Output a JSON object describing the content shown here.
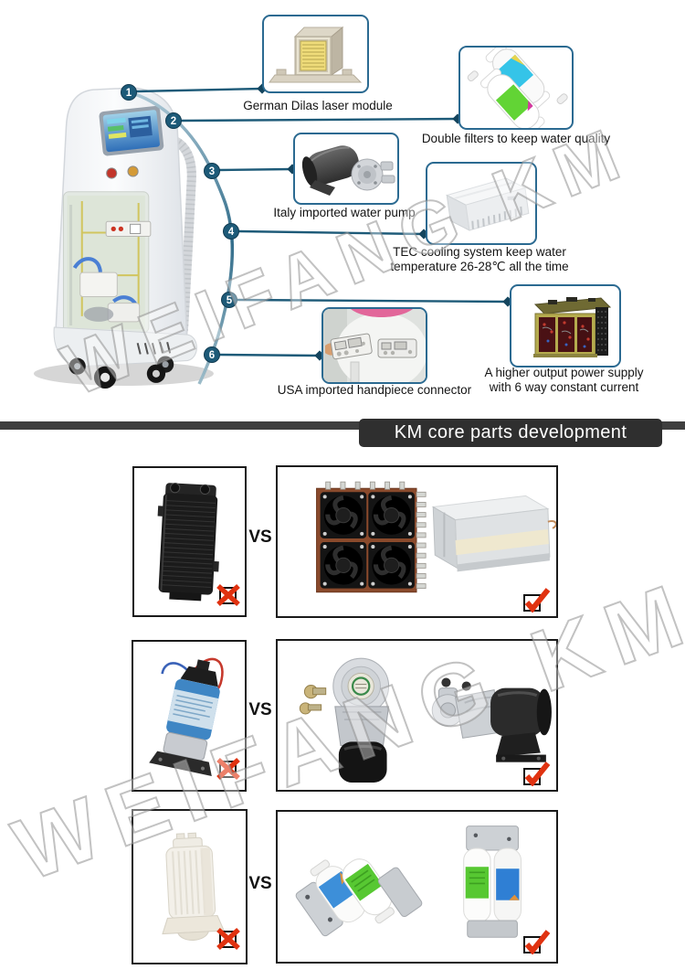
{
  "watermark": {
    "text": "WEIFANG KM"
  },
  "colors": {
    "accent_teal": "#1d5a78",
    "callout_border": "#2b6a91",
    "banner_bar": "#3f3f3f",
    "banner_box": "#2f2f2f",
    "banner_text": "#ffffff",
    "mark_red": "#e03210",
    "comparison_border": "#1a1a1a"
  },
  "machine": {
    "image": "diode-laser-tower-machine"
  },
  "callouts": [
    {
      "num": "1",
      "label": "German Dilas laser module",
      "image": "dilas-laser-module"
    },
    {
      "num": "2",
      "label": "Double filters to keep water quality",
      "image": "double-water-filters"
    },
    {
      "num": "3",
      "label": "Italy imported water pump",
      "image": "water-pump"
    },
    {
      "num": "4",
      "label": "TEC cooling system keep water",
      "label2": "temperature 26-28℃ all the time",
      "image": "tec-cooling-system"
    },
    {
      "num": "5",
      "label": "A higher output power supply",
      "label2": "with 6 way constant current",
      "image": "six-way-power-supply"
    },
    {
      "num": "6",
      "label": "USA imported handpiece connector",
      "image": "handpiece-connector"
    }
  ],
  "banner": {
    "title": "KM core parts development"
  },
  "comparison": {
    "rows": [
      {
        "vs": "VS",
        "left_image": "water-cooling-radiator",
        "left_verdict": "rejected",
        "right_image": "tec-fan-cooling-and-laser-module",
        "right_verdict": "approved"
      },
      {
        "vs": "VS",
        "left_image": "plastic-diaphragm-pump",
        "left_verdict": "rejected",
        "right_image": "imported-metal-water-pumps",
        "right_verdict": "approved"
      },
      {
        "vs": "VS",
        "left_image": "single-plastic-filter",
        "left_verdict": "rejected",
        "right_image": "double-filter-assemblies",
        "right_verdict": "approved"
      }
    ]
  }
}
